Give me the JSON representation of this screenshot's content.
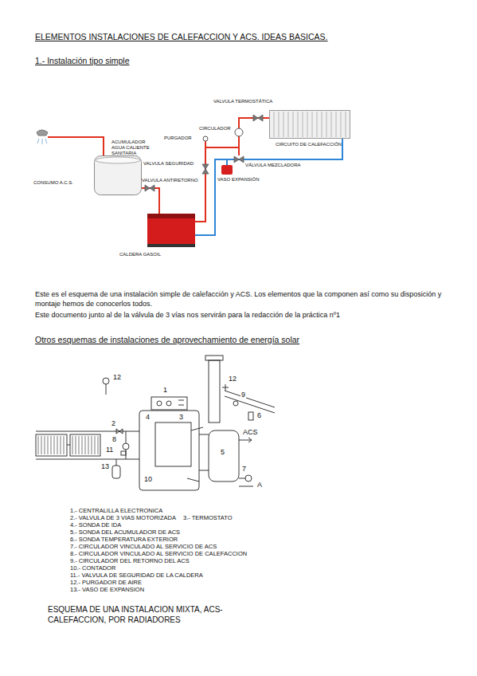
{
  "diagram": {
    "title": "ELEMENTOS INSTALACIONES DE CALEFACCION Y ACS. IDEAS BASICAS.",
    "caption": "ESQUEMA DE UNA INSTALACION MIXTA, ACS- CALEFACCION, POR RADIADORES",
    "nodes": [
      {
        "text": [
          "ACUMULADOR AGUA CALIENTE SANITARIA"
        ]
      },
      {
        "text": [
          "CIRCUITO DE CALEFACCIÓN"
        ]
      },
      {
        "text": [
          "VASO EXPANSIÓN"
        ]
      },
      {
        "text": [
          "CALDERA GASOIL"
        ]
      }
    ],
    "edges": [
      {
        "from": 3,
        "to": 0,
        "arrow": "none"
      },
      {
        "from": 3,
        "to": 1,
        "arrow": "none"
      }
    ],
    "labels": [
      "1.- Instalación tipo simple",
      "VALVULA TERMOSTÁTICA",
      "CIRCULADOR",
      "PURGADOR",
      "VALVULA SEGURIDAD",
      "VÁLVULA MEZCLADORA",
      "VALVULA ANTIRETORNO",
      "CONSUMO A.C.S.",
      "Este es el esquema de una instalación simple de calefacción y ACS. Los elementos que la componen así como su disposición y montaje hemos de conocerlos todos.",
      "Este documento junto al de la válvula de 3 vías nos servirán para la redacción de la práctica nº1",
      "Otros esquemas de instalaciones de aprovechamiento de energía solar",
      "12",
      "1",
      "2",
      "8",
      "11",
      "13",
      "4",
      "3",
      "9",
      "12",
      "6",
      "ACS",
      "5",
      "10",
      "7",
      "A",
      "1.- CENTRALILLA ELECTRONICA",
      "2.- VALVULA DE 3 VIAS MOTORIZADA",
      "3.- TERMOSTATO",
      "4.- SONDA DE IDA",
      "5.- SONDA DEL ACUMULADOR DE ACS",
      "6.- SONDA TEMPERATURA EXTERIOR",
      "7.- CIRCULADOR VINCULADO AL SERVICIO DE ACS",
      "8.- CIRCULADOR VINCULADO AL SERVICIO DE CALEFACCION",
      "9.- CIRCULADOR DEL RETORNO DEL ACS",
      "10.- CONTADOR",
      "11.- VALVULA DE SEGURIDAD DE LA CALDERA",
      "12.- PURGADOR DE AIRE",
      "13.- VASO DE EXPANSION"
    ]
  }
}
